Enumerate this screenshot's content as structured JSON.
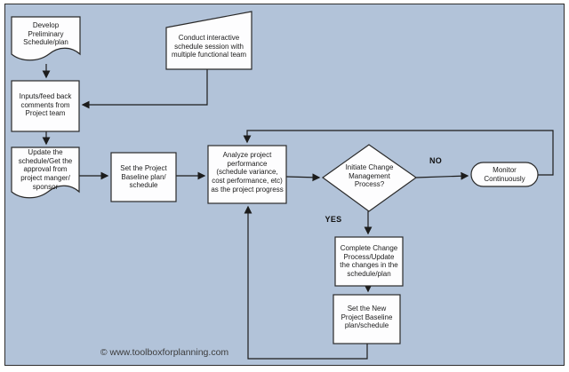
{
  "page": {
    "panel_background": "#b2c3d9",
    "node_fill": "#fdfdfe",
    "line_color": "#2a2a2a"
  },
  "footer": {
    "copyright": "© www.toolboxforplanning.com"
  },
  "flowchart": {
    "nodes": [
      {
        "id": "develop",
        "type": "document",
        "label": "Develop\nPreliminary\nSchedule/plan"
      },
      {
        "id": "conduct",
        "type": "card",
        "label": "Conduct interactive\nschedule session with\nmultiple functional team"
      },
      {
        "id": "inputs",
        "type": "process",
        "label": "Inputs/feed back\ncomments from\nProject team"
      },
      {
        "id": "update",
        "type": "document",
        "label": "Update the\nschedule/Get the\napproval from\nproject manger/\nsponsor"
      },
      {
        "id": "baseline",
        "type": "process",
        "label": "Set the Project\nBaseline plan/\nschedule"
      },
      {
        "id": "analyze",
        "type": "process",
        "label": "Analyze project\nperformance\n(schedule variance,\ncost performance, etc)\nas the project progress"
      },
      {
        "id": "decision",
        "type": "decision",
        "label": "Initiate Change\nManagement\nProcess?"
      },
      {
        "id": "monitor",
        "type": "terminator",
        "label": "Monitor\nContinuously"
      },
      {
        "id": "complete",
        "type": "process",
        "label": "Complete Change\nProcess/Update\nthe changes in the\nschedule/plan"
      },
      {
        "id": "newbaseline",
        "type": "process",
        "label": "Set the New\nProject Baseline\nplan/schedule"
      }
    ],
    "edge_labels": {
      "no": "NO",
      "yes": "YES"
    }
  }
}
